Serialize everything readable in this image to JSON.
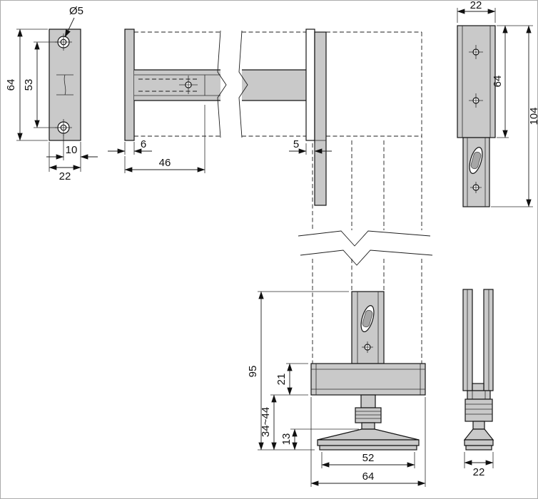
{
  "drawing": {
    "plate_front": {
      "hole_diameter": "Ø5",
      "height": "64",
      "hole_spacing": "53",
      "hole_edge_offset": "10",
      "width": "22"
    },
    "bracket_side": {
      "plate_thickness": "6",
      "arm_length": "46",
      "clamp_plate_thickness": "5"
    },
    "clamp_side": {
      "width": "22",
      "upper_height": "64",
      "total_height": "104"
    },
    "foot_front": {
      "overall_height": "95",
      "clamp_bar_height": "21",
      "adjustable_range": "34~44",
      "base_height": "13",
      "base_width": "52",
      "clamp_bar_width": "64"
    },
    "foot_side": {
      "width": "22"
    }
  }
}
